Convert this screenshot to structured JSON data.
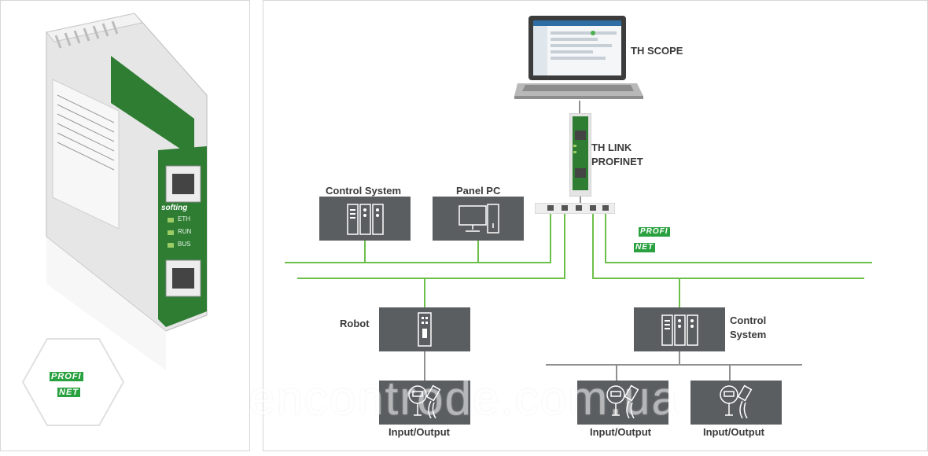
{
  "labels": {
    "th_scope": "TH SCOPE",
    "th_link_1": "TH LINK",
    "th_link_2": "PROFINET",
    "control_system_top": "Control System",
    "panel_pc": "Panel PC",
    "robot": "Robot",
    "control_system_right_1": "Control",
    "control_system_right_2": "System",
    "io_1": "Input/Output",
    "io_2": "Input/Output",
    "io_3": "Input/Output"
  },
  "profinet_logo": {
    "word1": "PROFI",
    "word2": "NET"
  },
  "device": {
    "eth": "ETH",
    "run": "RUN",
    "bus": "BUS",
    "brand": "softing"
  },
  "watermark": "encontrode.com.ua",
  "colors": {
    "profinet_green": "#6cc04a",
    "box_gray": "#5a5e60",
    "device_green": "#2e7d32"
  }
}
